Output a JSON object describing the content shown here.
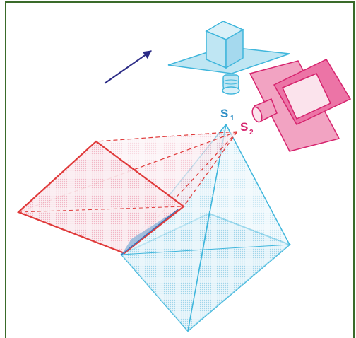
{
  "labels": {
    "s1_main": "S",
    "s1_sub": "1",
    "s2_main": "S",
    "s2_sub": "2"
  },
  "colors": {
    "frame": "#3a6b2a",
    "blue_stroke": "#3fb6dc",
    "blue_fill": "#bfe6f3",
    "red_stroke": "#e03a3a",
    "pink_fill": "#f6cfd8",
    "magenta_stroke": "#d6246e",
    "magenta_fill": "#ec74a6",
    "arrow": "#2b2b86",
    "label_blue": "#2e8fc6",
    "label_magenta": "#d6246e"
  },
  "icons": {
    "direction_arrow": "arrow-icon",
    "camera_one": "camera-icon",
    "camera_two": "camera-icon"
  }
}
